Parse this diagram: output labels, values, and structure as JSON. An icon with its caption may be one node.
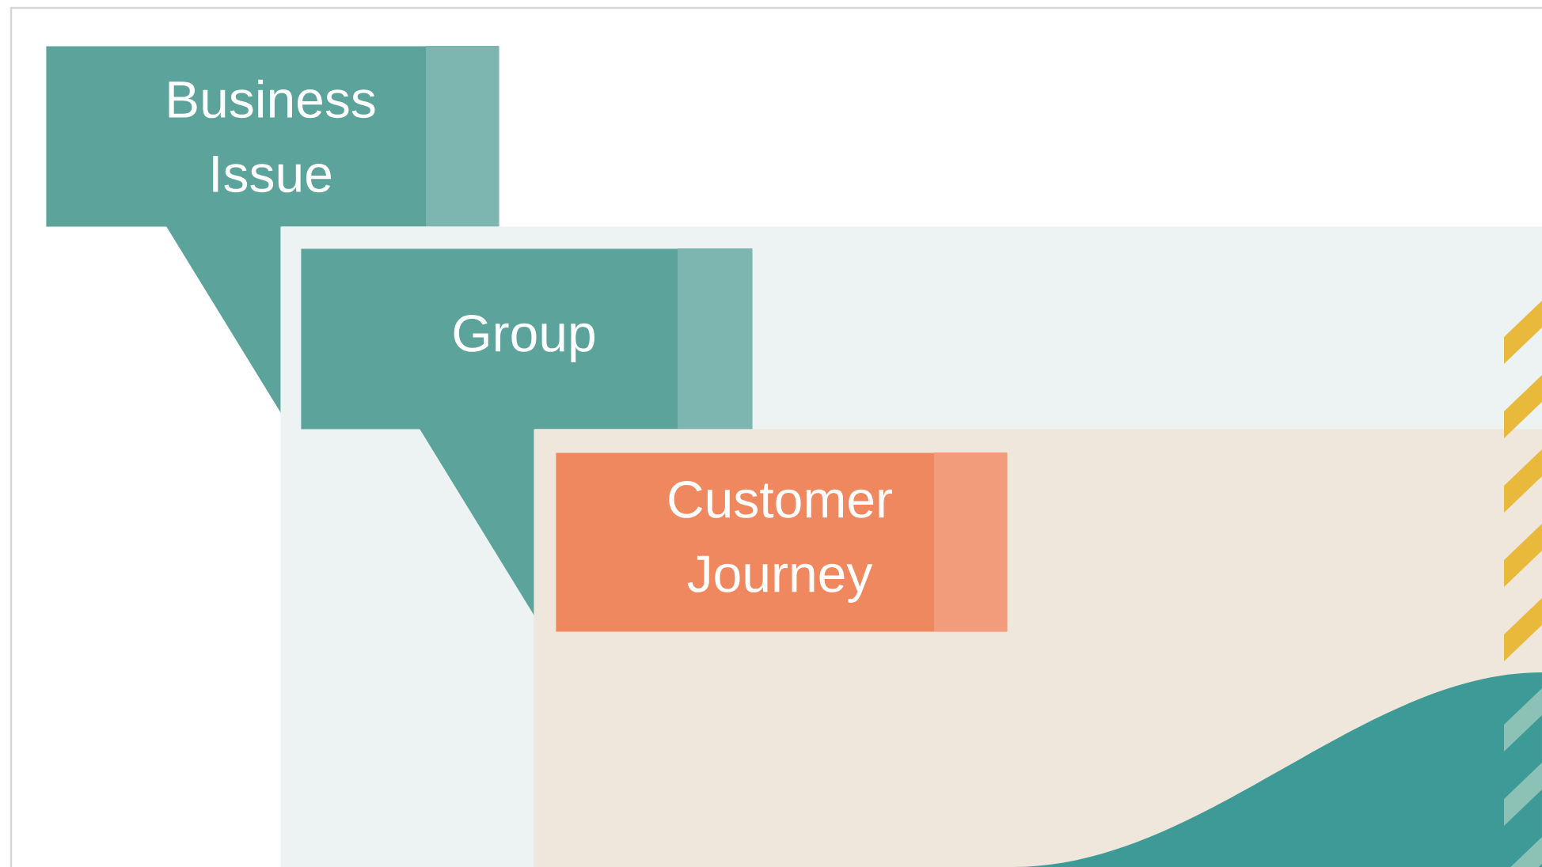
{
  "diagram": {
    "nodes": [
      {
        "text": [
          "Business Issue"
        ]
      },
      {
        "text": [],
        "shape": "box"
      },
      {
        "text": [
          "Group"
        ],
        "in": 1
      },
      {
        "text": [],
        "shape": "box",
        "in": 1
      },
      {
        "text": [
          "Customer Journey"
        ],
        "in": 3
      }
    ]
  }
}
